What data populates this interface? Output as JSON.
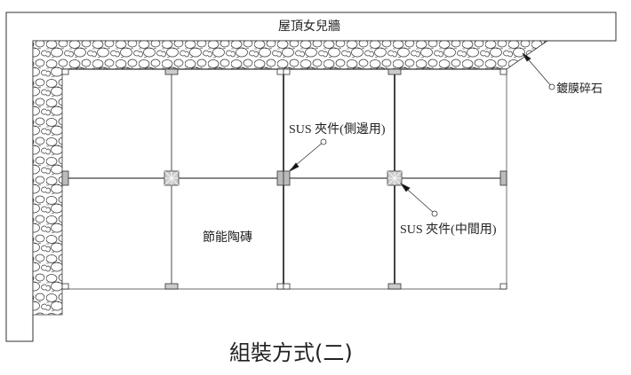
{
  "labels": {
    "parapet": "屋頂女兒牆",
    "gravel": "鍍膜碎石",
    "side_clip": "SUS 夾件(側邊用)",
    "middle_clip": "SUS 夾件(中間用)",
    "tile": "節能陶磚",
    "title": "組裝方式(二)"
  }
}
